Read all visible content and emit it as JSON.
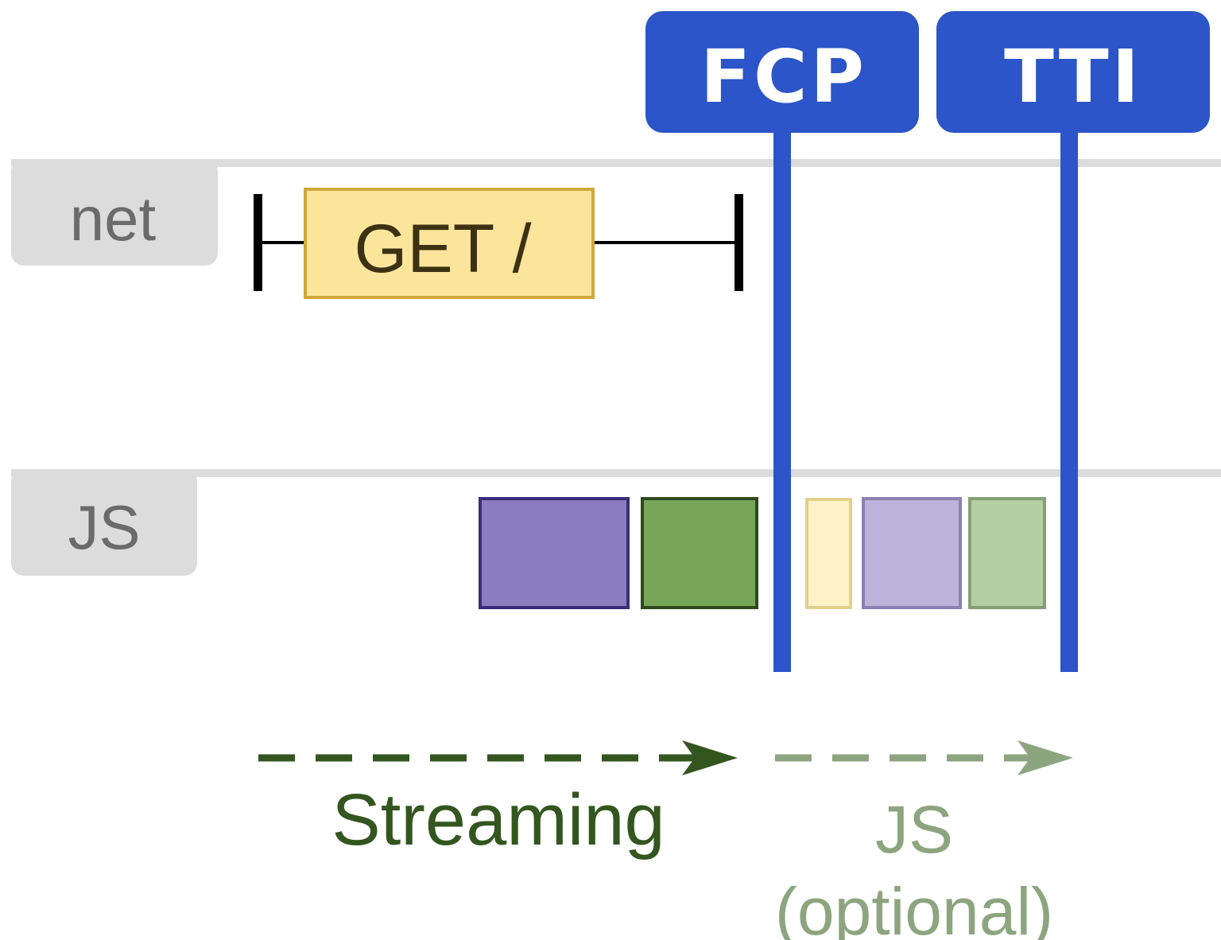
{
  "lanes": {
    "net": {
      "label": "net"
    },
    "js": {
      "label": "JS"
    }
  },
  "request": {
    "label": "GET /"
  },
  "markers": {
    "fcp": {
      "label": "FCP"
    },
    "tti": {
      "label": "TTI"
    }
  },
  "phases": {
    "streaming": {
      "label": "Streaming"
    },
    "js_optional": {
      "line1": "JS",
      "line2": "(optional)"
    }
  },
  "colors": {
    "marker_blue": "#2b55c8",
    "lane_gray": "#dcdcdc",
    "request_fill": "#fbe59b",
    "request_border": "#d1a73a",
    "task_purple": "#8b7bbf",
    "task_green": "#77a659",
    "task_yellow_light": "#fdf1c7",
    "task_purple_light": "#bbb3da",
    "task_green_light": "#b2cfa1",
    "streaming_arrow": "#33561f",
    "js_arrow": "#8da57f"
  }
}
